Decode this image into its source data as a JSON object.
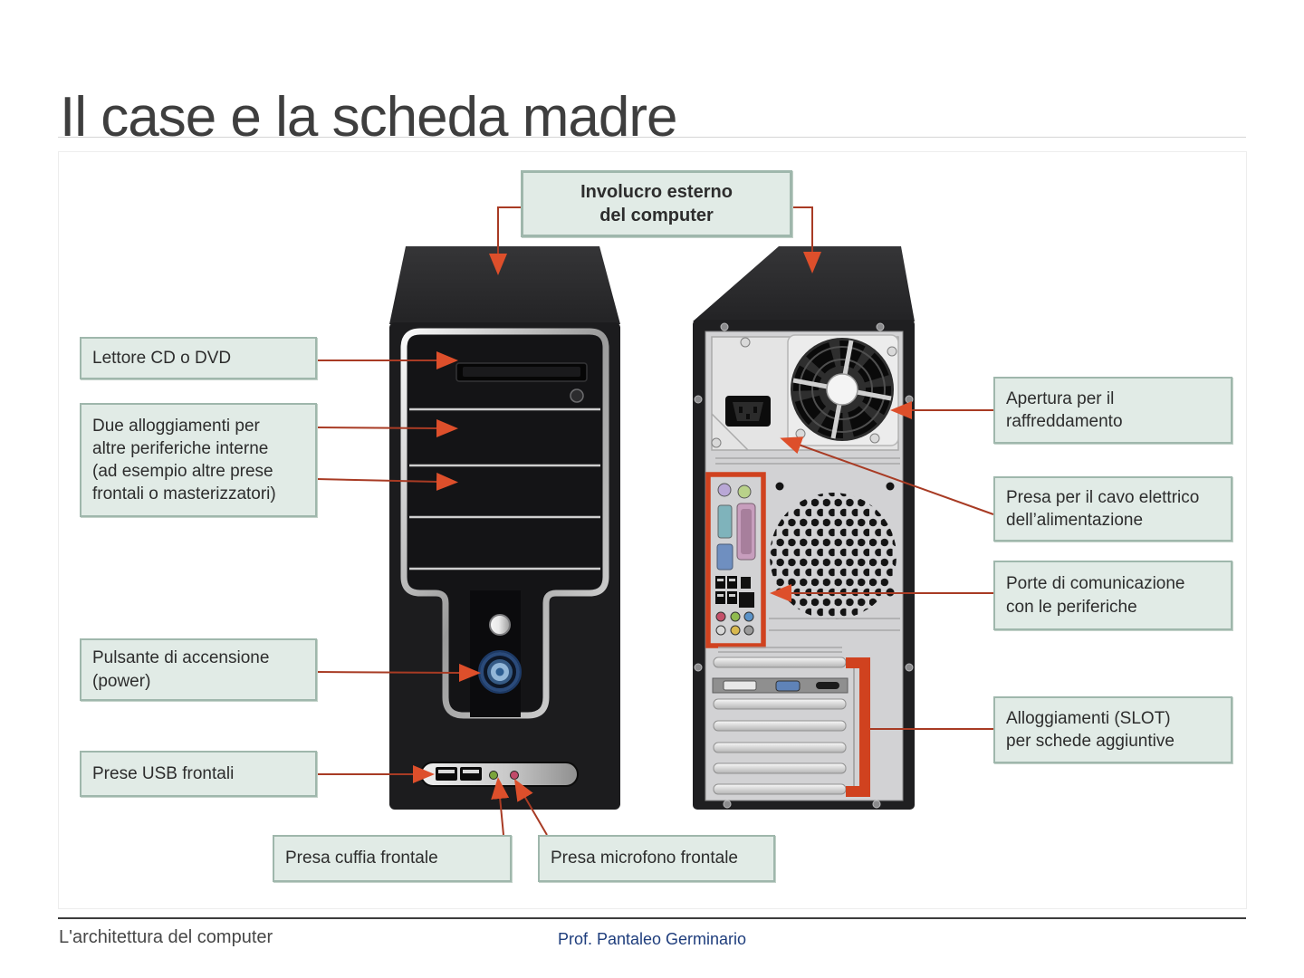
{
  "slide": {
    "title": "Il case e la scheda madre",
    "footer_left": "L'architettura del computer",
    "footer_center": "Prof. Pantaleo Germinario"
  },
  "callouts": {
    "involucro": "Involucro esterno\ndel computer",
    "lettore": "Lettore CD o DVD",
    "alloggiamenti": "Due alloggiamenti per\naltre periferiche interne\n(ad esempio altre prese\nfrontali o masterizzatori)",
    "pulsante": "Pulsante di accensione\n(power)",
    "usb": "Prese USB frontali",
    "cuffia": "Presa cuffia frontale",
    "microfono": "Presa microfono frontale",
    "apertura": "Apertura per il\nraffreddamento",
    "cavo": "Presa per il cavo elettrico\ndell’alimentazione",
    "porte": "Porte di comunicazione\ncon le periferiche",
    "slot": "Alloggiamenti (SLOT)\nper schede aggiuntive"
  },
  "colors": {
    "connector_line": "#A83B24",
    "arrowhead": "#DD4F2B",
    "callout_fill": "#E1EBE6",
    "callout_border": "#9FB7AC",
    "slot_highlight": "#D0421F",
    "title_text": "#3E3E3E",
    "footer_accent": "#1E3D7C"
  }
}
